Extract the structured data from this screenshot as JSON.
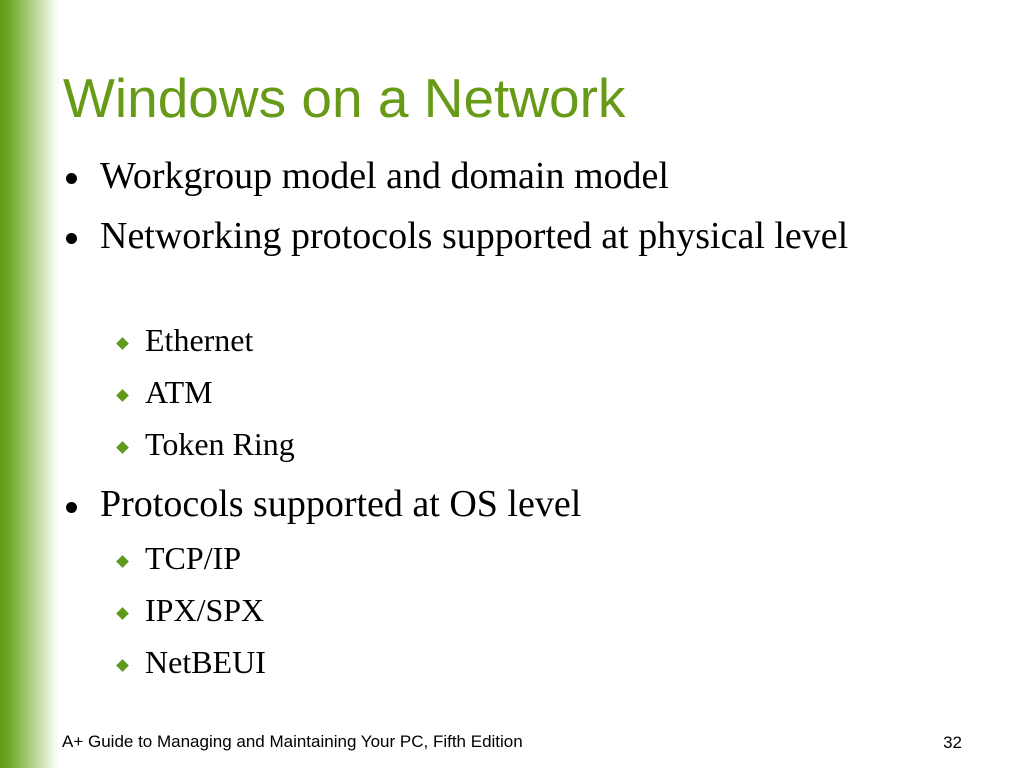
{
  "slide": {
    "title": "Windows on a Network",
    "bullets": [
      {
        "text": "Workgroup model and domain model",
        "subitems": []
      },
      {
        "text": "Networking protocols supported at physical level",
        "subitems": [
          "Ethernet",
          "ATM",
          "Token Ring"
        ]
      },
      {
        "text": "Protocols supported at OS level",
        "subitems": [
          "TCP/IP",
          "IPX/SPX",
          "NetBEUI"
        ]
      }
    ],
    "footer": "A+ Guide to Managing and Maintaining Your PC, Fifth Edition",
    "page_number": "32"
  },
  "colors": {
    "accent": "#669a17",
    "bullet_diamond": "#5f9a1c",
    "text": "#000000"
  },
  "icons": {
    "level1": "bullet-dot-icon",
    "level2": "diamond-bullet-icon"
  }
}
